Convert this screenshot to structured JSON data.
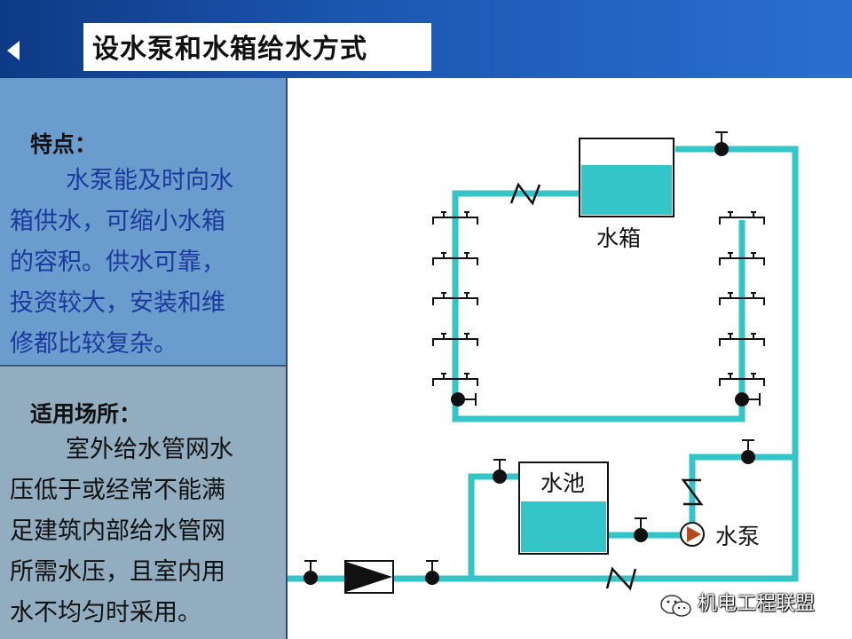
{
  "header": {
    "title": "设水泵和水箱给水方式"
  },
  "left_panel": {
    "features": {
      "heading": "特点：",
      "lines": [
        "水泵能及时向水",
        "箱供水，可缩小水箱",
        "的容积。供水可靠，",
        "投资较大，安装和维",
        "修都比较复杂。"
      ]
    },
    "applicable": {
      "heading": "适用场所：",
      "lines": [
        "室外给水管网水",
        "压低于或经常不能满",
        "足建筑内部给水管网",
        "所需水压，且室内用",
        "水不均匀时采用。"
      ]
    }
  },
  "diagram": {
    "labels": {
      "tank": "水箱",
      "pool": "水池",
      "pump": "水泵"
    },
    "colors": {
      "pipe": "#33c5c8",
      "water": "#33c5c8",
      "outline": "#111111",
      "pump_fill": "#b94a1e"
    }
  },
  "watermark": {
    "text": "机电工程联盟",
    "icon": "wechat-icon"
  }
}
